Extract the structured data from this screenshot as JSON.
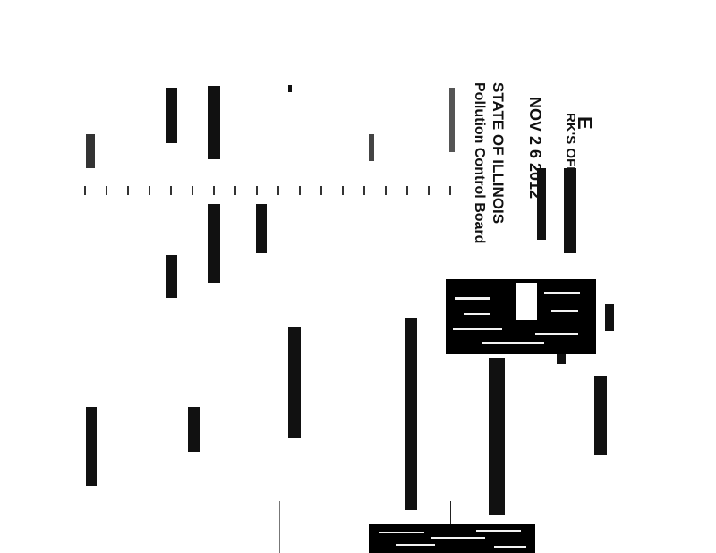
{
  "stamp": {
    "letter": "E",
    "office": "RK'S OFFICE",
    "date": "NOV 2 6 2012",
    "state": "STATE OF ILLINOIS",
    "board": "Pollution Control Board"
  }
}
